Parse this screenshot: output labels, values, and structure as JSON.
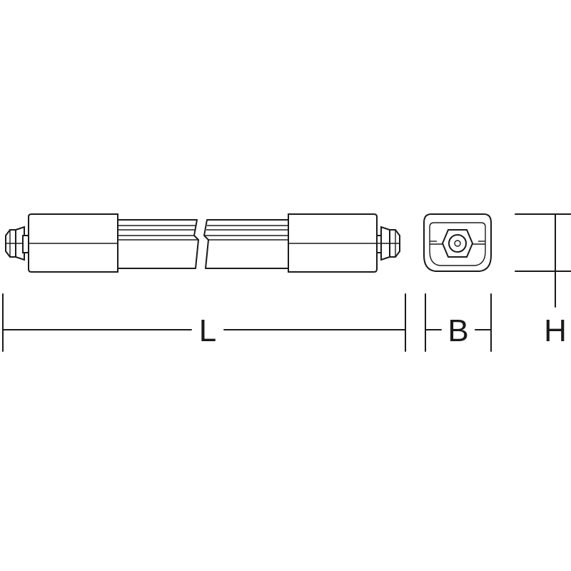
{
  "dimensions": {
    "length_label": "L",
    "width_label": "B",
    "height_label": "H"
  },
  "colors": {
    "line": "#1a1a1a",
    "background": "#ffffff"
  }
}
